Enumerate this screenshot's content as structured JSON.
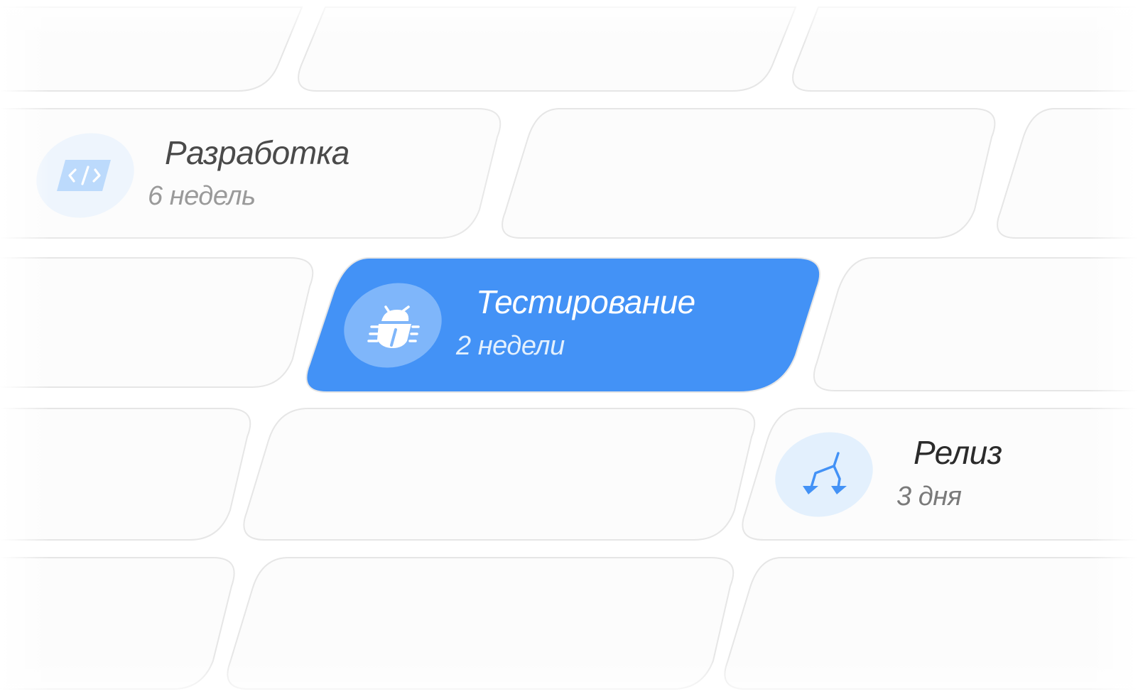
{
  "stages": [
    {
      "title": "Разработка",
      "duration": "6 недель",
      "icon": "code-icon",
      "active": false
    },
    {
      "title": "Тестирование",
      "duration": "2 недели",
      "icon": "bug-icon",
      "active": true
    },
    {
      "title": "Релиз",
      "duration": "3 дня",
      "icon": "branch-merge-icon",
      "active": false
    }
  ],
  "colors": {
    "accent": "#4392f6",
    "accent_light_blob": "#7fb6fa",
    "blob_pale": "#e3f0fd",
    "blob_faded": "#eef5fd",
    "tile_fill": "#fcfcfc",
    "tile_stroke": "#e6e6e6",
    "title_dark": "#2b2b2b",
    "duration_grey": "#8c8c8c",
    "active_text": "#ffffff"
  }
}
